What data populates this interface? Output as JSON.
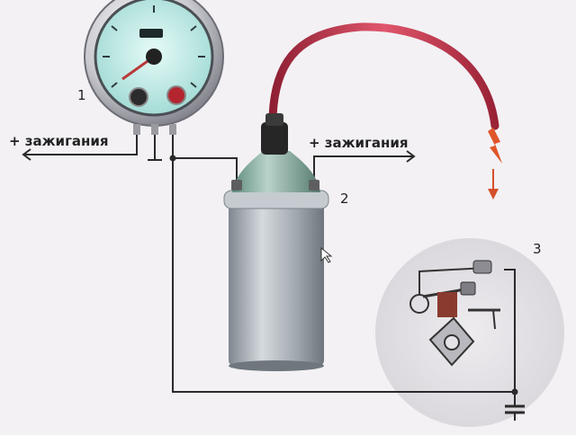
{
  "labels": {
    "tachometer_number": "1",
    "coil_number": "2",
    "breaker_number": "3",
    "ignition_left": "+ зажигания",
    "ignition_right": "+ зажигания"
  },
  "colors": {
    "background": "#f3f1f4",
    "wire": "#2a2a2a",
    "hv_lead": "#c8324a",
    "spark": "#e0552a",
    "coil_body": "#a9b0b8",
    "gauge_face": "#bfe6e2",
    "breaker_panel": "#e4e2e6"
  },
  "icons": {
    "tachometer": "tachometer-icon",
    "coil": "ignition-coil-icon",
    "spark": "spark-icon",
    "breaker": "contact-breaker-icon",
    "capacitor": "capacitor-icon"
  }
}
